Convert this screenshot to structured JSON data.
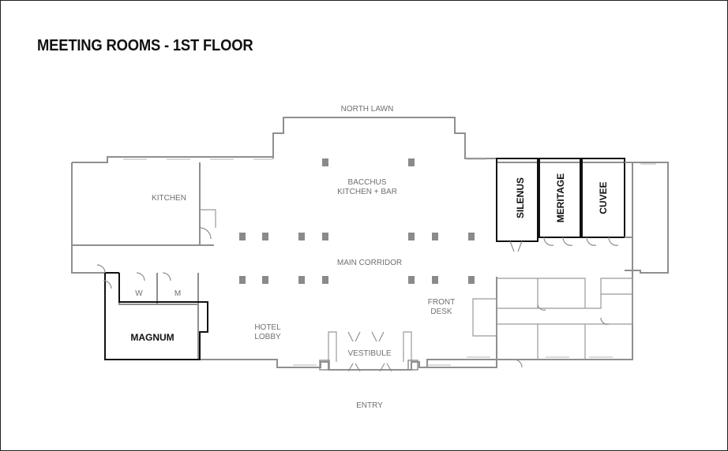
{
  "title": "MEETING ROOMS - 1ST FLOOR",
  "labels": {
    "north_lawn": "NORTH LAWN",
    "kitchen": "KITCHEN",
    "bacchus_line1": "BACCHUS",
    "bacchus_line2": "KITCHEN + BAR",
    "main_corridor": "MAIN CORRIDOR",
    "front_desk_line1": "FRONT",
    "front_desk_line2": "DESK",
    "hotel_lobby_line1": "HOTEL",
    "hotel_lobby_line2": "LOBBY",
    "vestibule": "VESTIBULE",
    "entry": "ENTRY",
    "restroom_w": "W",
    "restroom_m": "M"
  },
  "meeting_rooms": {
    "silenus": "SILENUS",
    "meritage": "MERITAGE",
    "cuvee": "CUVEE",
    "magnum": "MAGNUM"
  }
}
